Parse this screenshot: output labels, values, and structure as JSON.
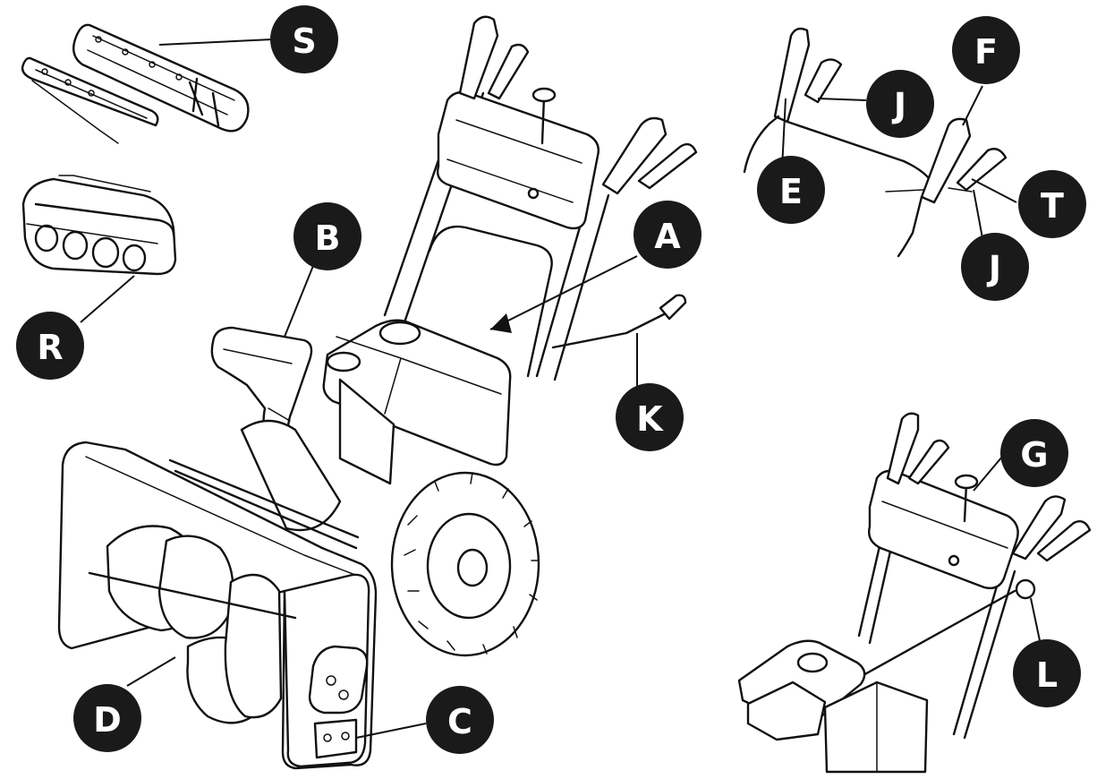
{
  "labels": {
    "A": "A",
    "B": "B",
    "C": "C",
    "D": "D",
    "E": "E",
    "F": "F",
    "G": "G",
    "J1": "J",
    "J2": "J",
    "K": "K",
    "L": "L",
    "R": "R",
    "S": "S",
    "T": "T"
  },
  "colors": {
    "badge": "#1a1a1a",
    "line": "#111111",
    "background": "#ffffff"
  }
}
